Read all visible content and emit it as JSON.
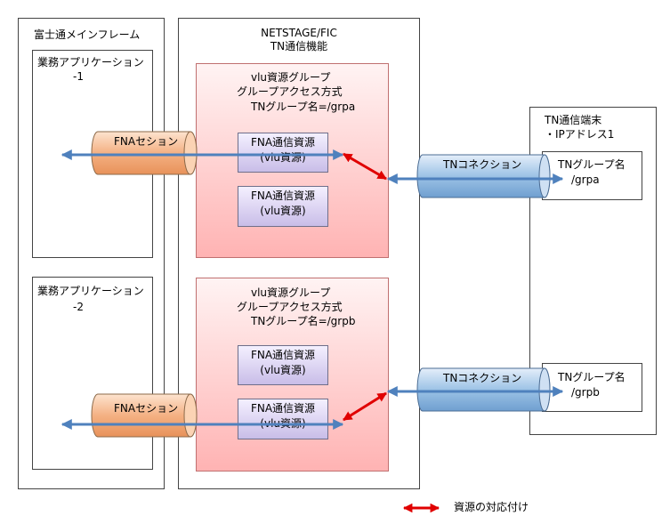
{
  "mainframe": {
    "title": "富士通メインフレーム",
    "app1": [
      "業務アプリケーション",
      "-1"
    ],
    "app2": [
      "業務アプリケーション",
      "-2"
    ]
  },
  "fic": {
    "title": [
      "NETSTAGE/FIC",
      "TN通信機能"
    ],
    "group_a": {
      "lines": [
        "vlu資源グループ",
        "グループアクセス方式",
        "TNグループ名=/grpa"
      ],
      "res1": [
        "FNA通信資源",
        "(vlu資源)"
      ],
      "res2": [
        "FNA通信資源",
        "(vlu資源)"
      ]
    },
    "group_b": {
      "lines": [
        "vlu資源グループ",
        "グループアクセス方式",
        "TNグループ名=/grpb"
      ],
      "res1": [
        "FNA通信資源",
        "(vlu資源)"
      ],
      "res2": [
        "FNA通信資源",
        "(vlu資源)"
      ]
    }
  },
  "terminal": {
    "title": [
      "TN通信端末",
      "・IPアドレス1"
    ],
    "grp_a": [
      "TNグループ名",
      "/grpa"
    ],
    "grp_b": [
      "TNグループ名",
      "/grpb"
    ]
  },
  "pipes": {
    "fna_top": "FNAセション",
    "fna_bottom": "FNAセション",
    "tn_top": "TNコネクション",
    "tn_bottom": "TNコネクション"
  },
  "legend": {
    "label": "資源の対応付け"
  },
  "colors": {
    "flow_arrow": "#4f81bd",
    "mapping_arrow": "#e00000",
    "group_fill": "#ffb3b3",
    "resource_fill": "#c9bde8",
    "fna_pipe": "#f4b183",
    "tn_pipe": "#9dc3e6"
  }
}
